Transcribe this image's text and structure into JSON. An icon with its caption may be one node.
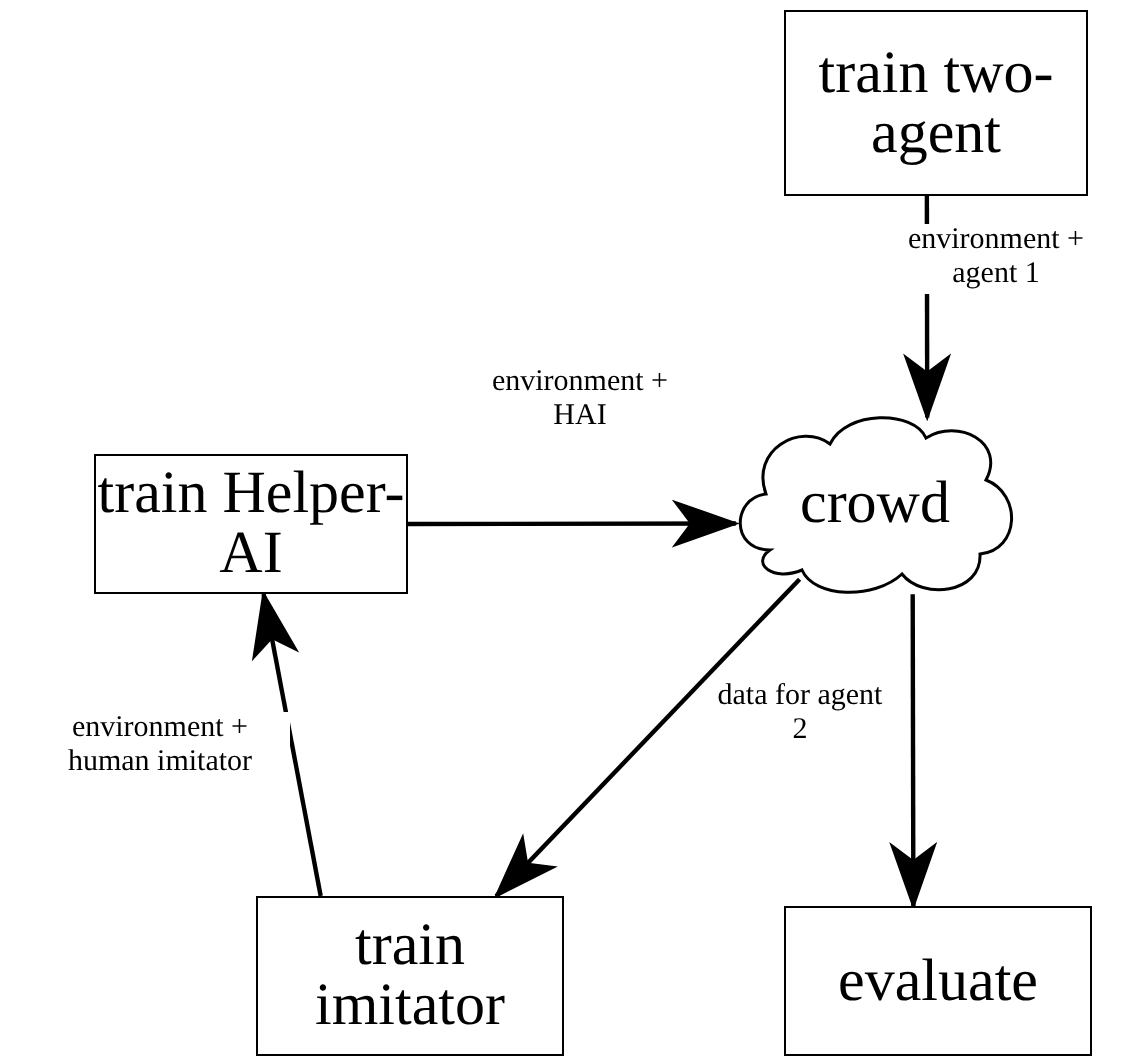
{
  "diagram": {
    "nodes": [
      {
        "text": [
          "train two-agent"
        ]
      },
      {
        "text": [
          "train Helper-AI"
        ]
      },
      {
        "text": [
          "crowd"
        ]
      },
      {
        "text": [
          "train imitator"
        ]
      },
      {
        "text": [
          "evaluate"
        ]
      }
    ],
    "edges": [
      {
        "from": 0,
        "to": 2,
        "arrow": "to",
        "label": "environment + agent 1"
      },
      {
        "from": 1,
        "to": 2,
        "arrow": "to",
        "label": "environment + HAI"
      },
      {
        "from": 2,
        "to": 3,
        "arrow": "to",
        "label": "data for agent 2"
      },
      {
        "from": 2,
        "to": 4,
        "arrow": "to"
      },
      {
        "from": 3,
        "to": 1,
        "arrow": "to",
        "label": "environment + human imitator"
      }
    ]
  }
}
